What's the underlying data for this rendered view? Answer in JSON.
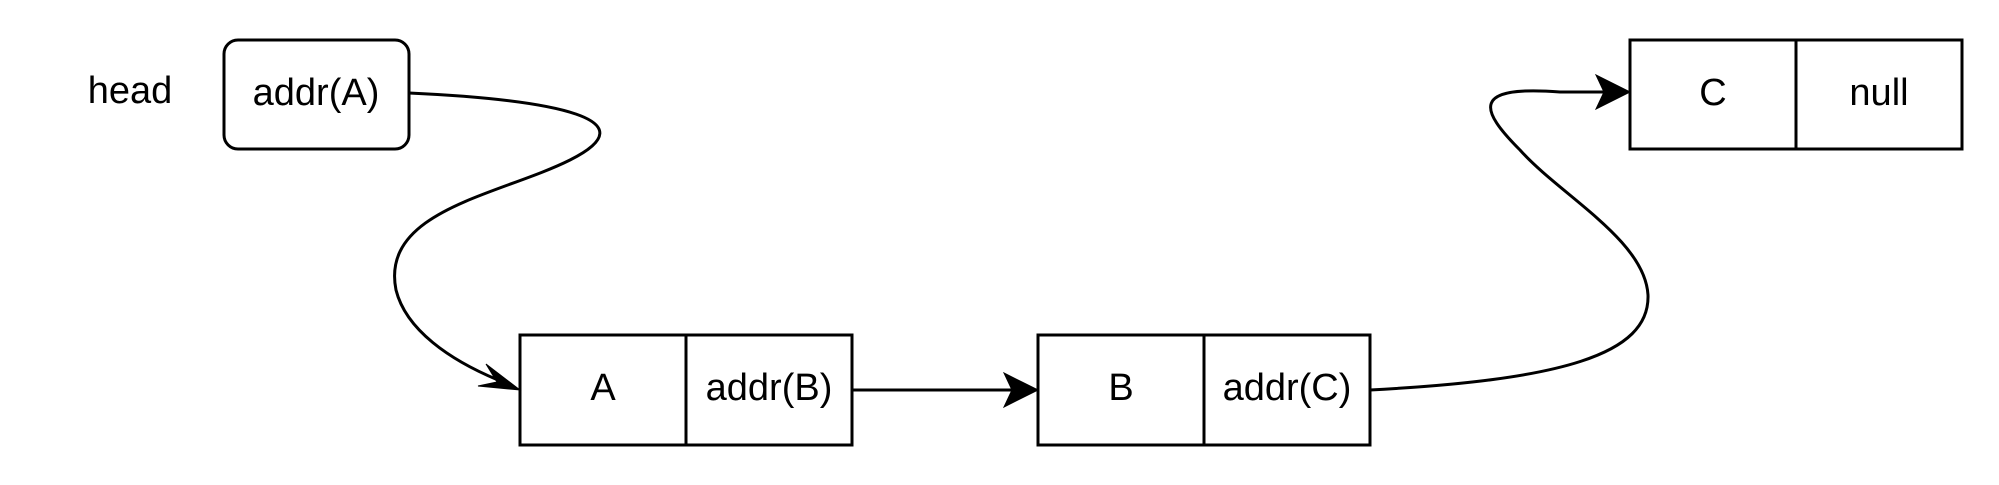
{
  "diagram": {
    "head": {
      "label": "head",
      "value": "addr(A)"
    },
    "nodes": [
      {
        "data": "A",
        "next": "addr(B)"
      },
      {
        "data": "B",
        "next": "addr(C)"
      },
      {
        "data": "C",
        "next": "null"
      }
    ]
  }
}
